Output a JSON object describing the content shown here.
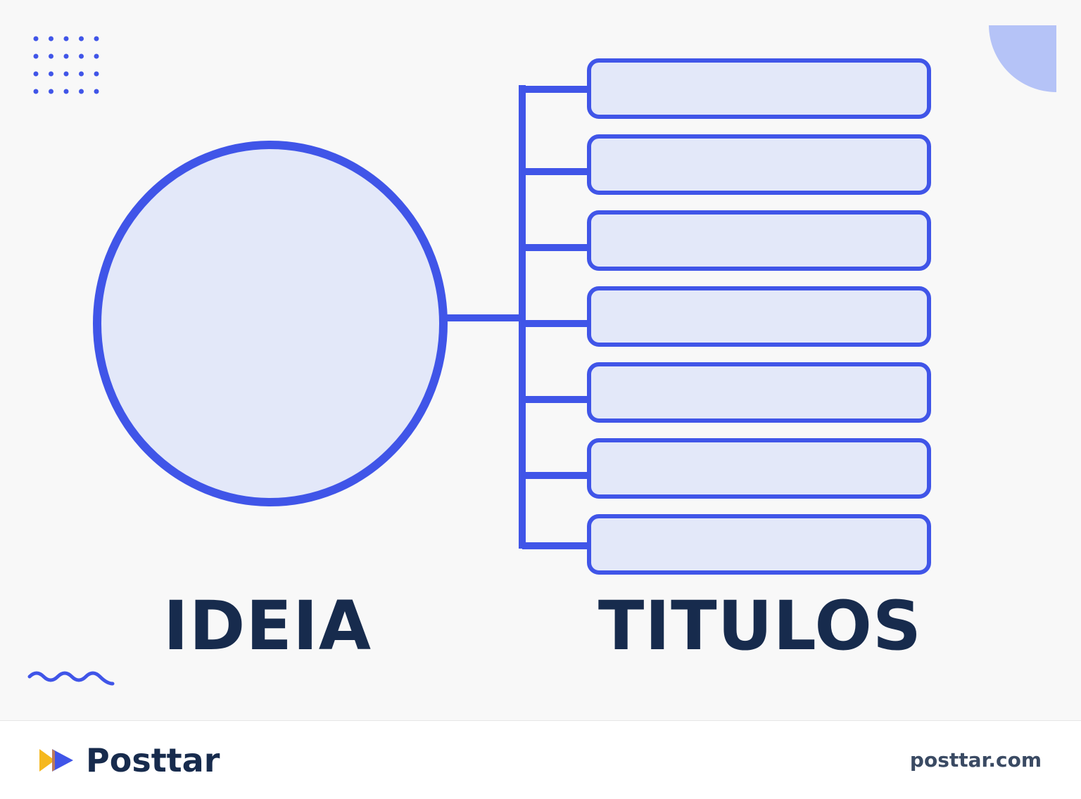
{
  "diagram": {
    "center_label": "IDEIA",
    "branch_label": "TITULOS",
    "branch_box_count": 7,
    "colors": {
      "stroke": "#4055e8",
      "fill": "#e3e8f9",
      "text": "#172b4d",
      "accent": "#b5c3f7"
    }
  },
  "footer": {
    "brand_name": "Posttar",
    "brand_icon": "play-forward-icon",
    "website": "posttar.com"
  }
}
